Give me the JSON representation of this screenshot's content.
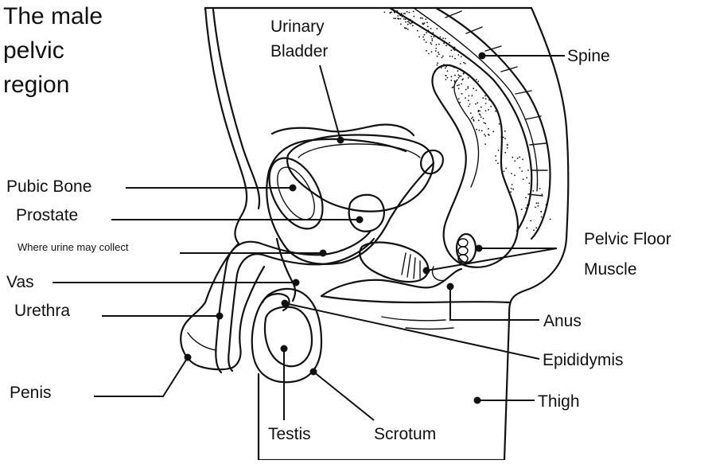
{
  "diagram": {
    "title_lines": [
      "The male",
      "pelvic",
      "region"
    ],
    "labels": {
      "urinary_bladder_l1": "Urinary",
      "urinary_bladder_l2": "Bladder",
      "spine": "Spine",
      "pubic_bone": "Pubic Bone",
      "prostate": "Prostate",
      "where_urine": "Where urine may collect",
      "vas": "Vas",
      "urethra": "Urethra",
      "penis": "Penis",
      "pelvic_floor_l1": "Pelvic Floor",
      "pelvic_floor_l2": "Muscle",
      "anus": "Anus",
      "epididymis": "Epididymis",
      "thigh": "Thigh",
      "testis": "Testis",
      "scrotum": "Scrotum"
    }
  }
}
